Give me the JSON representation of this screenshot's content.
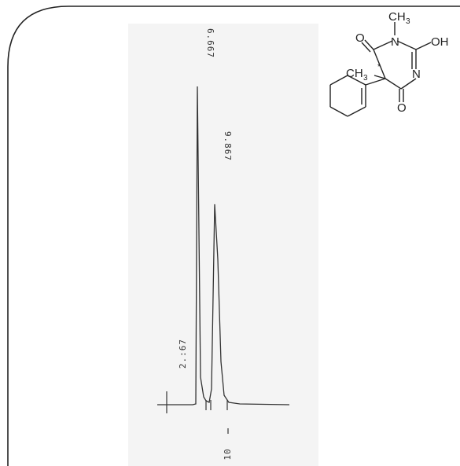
{
  "chart_data": {
    "type": "line",
    "orientation": "rotated",
    "peaks": [
      {
        "retention_time_label": "2.:67",
        "height": 0
      },
      {
        "retention_time_label": "6.667",
        "height": 1.0
      },
      {
        "retention_time_label": "9.867",
        "height": 0.63
      }
    ],
    "axis_tick_label": "10",
    "grid": false,
    "legend": "none"
  },
  "structure": {
    "atoms": {
      "methyl_top": "CH",
      "methyl_top_sub": "3",
      "n1": "N",
      "oh": "OH",
      "o_left_carbonyl": "O",
      "n3": "N",
      "methyl_left": "CH",
      "methyl_left_sub": "3",
      "o_bottom_carbonyl": "O"
    },
    "stereo_mark": "*"
  },
  "colors": {
    "frame": "#222222",
    "trace": "#333333",
    "shade": "#f3f3f3"
  }
}
